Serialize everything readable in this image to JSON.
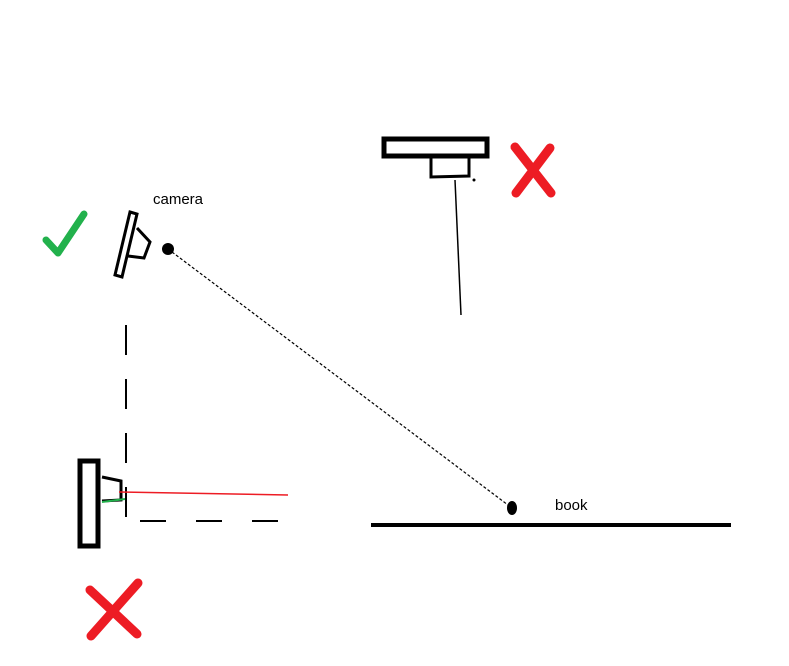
{
  "labels": {
    "camera": "camera",
    "book": "book"
  },
  "marks": {
    "check_symbol": "check-mark",
    "cross_symbol": "x-mark"
  },
  "colors": {
    "ink": "#000000",
    "check": "#22b14c",
    "cross": "#ed1c24",
    "laser_red": "#ed1c24",
    "laser_green": "#22b14c"
  }
}
